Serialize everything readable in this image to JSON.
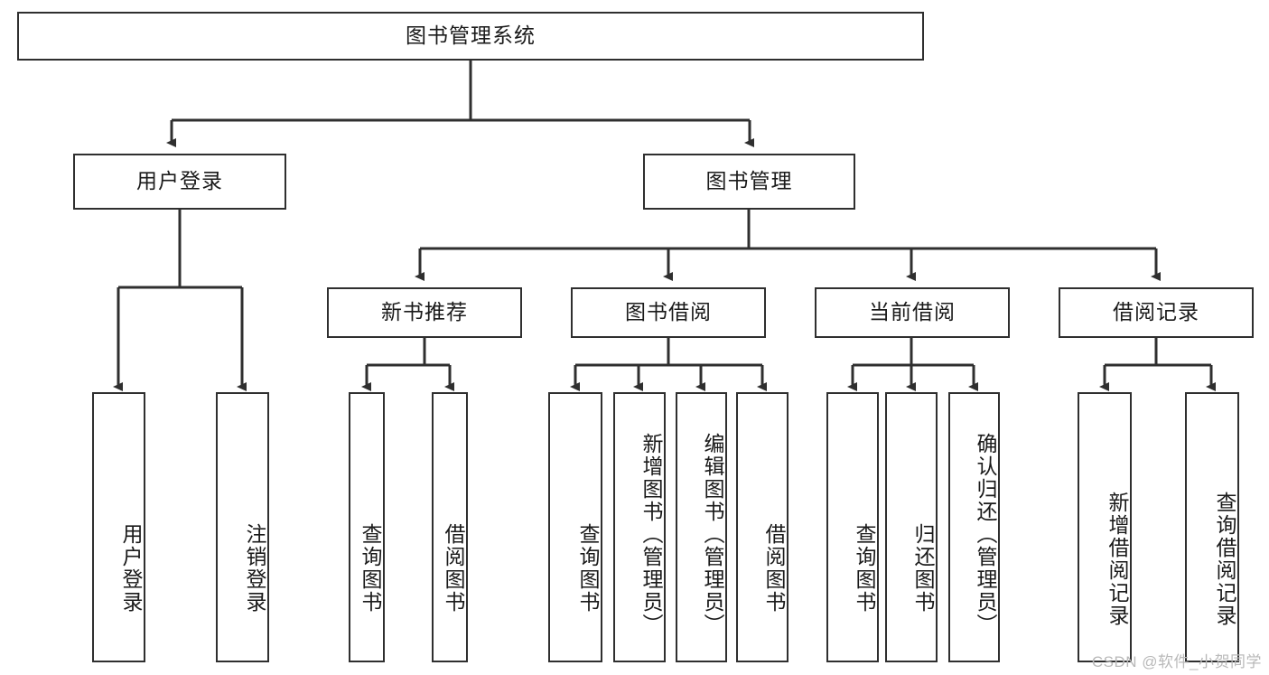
{
  "diagram": {
    "title": "图书管理系统",
    "type": "hierarchy-tree",
    "watermark": "CSDN @软件_小贺同学",
    "colors": {
      "border": "#2f2f2f",
      "background": "#ffffff",
      "text": "#1a1a1a",
      "watermark": "#b9b9b9"
    },
    "levels": {
      "root": {
        "label": "图书管理系统"
      },
      "level2": [
        {
          "label": "用户登录"
        },
        {
          "label": "图书管理"
        }
      ],
      "level3": [
        {
          "label": "新书推荐"
        },
        {
          "label": "图书借阅"
        },
        {
          "label": "当前借阅"
        },
        {
          "label": "借阅记录"
        }
      ],
      "leaves": [
        {
          "label": "用户登录",
          "parent": "用户登录"
        },
        {
          "label": "注销登录",
          "parent": "用户登录"
        },
        {
          "label": "查询图书",
          "parent": "新书推荐"
        },
        {
          "label": "借阅图书",
          "parent": "新书推荐"
        },
        {
          "label": "查询图书",
          "parent": "图书借阅"
        },
        {
          "label": "新增图书（管理员）",
          "parent": "图书借阅"
        },
        {
          "label": "编辑图书（管理员）",
          "parent": "图书借阅"
        },
        {
          "label": "借阅图书",
          "parent": "图书借阅"
        },
        {
          "label": "查询图书",
          "parent": "当前借阅"
        },
        {
          "label": "归还图书",
          "parent": "当前借阅"
        },
        {
          "label": "确认归还（管理员）",
          "parent": "当前借阅"
        },
        {
          "label": "新增借阅记录",
          "parent": "借阅记录"
        },
        {
          "label": "查询借阅记录",
          "parent": "借阅记录"
        }
      ]
    }
  }
}
